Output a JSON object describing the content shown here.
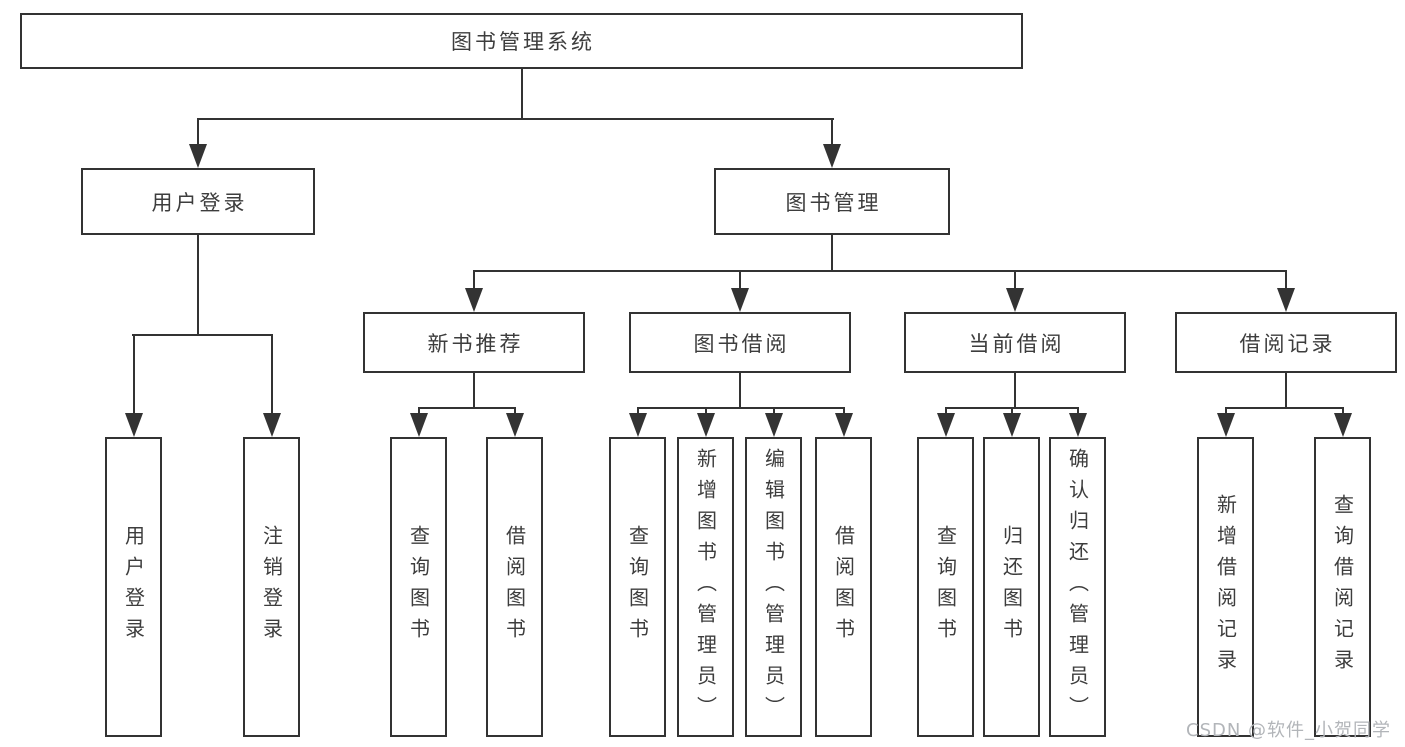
{
  "diagram": {
    "type": "hierarchy",
    "nodes": {
      "root": "图书管理系统",
      "l2": [
        "用户登录",
        "图书管理"
      ],
      "l3": [
        "新书推荐",
        "图书借阅",
        "当前借阅",
        "借阅记录"
      ],
      "l4": [
        "用户登录",
        "注销登录",
        "查询图书",
        "借阅图书",
        "查询图书",
        "新增图书（管理员）",
        "编辑图书（管理员）",
        "借阅图书",
        "查询图书",
        "归还图书",
        "确认归还（管理员）",
        "新增借阅记录",
        "查询借阅记录"
      ]
    },
    "edges": [
      [
        "图书管理系统",
        "用户登录"
      ],
      [
        "图书管理系统",
        "图书管理"
      ],
      [
        "用户登录",
        "用户登录"
      ],
      [
        "用户登录",
        "注销登录"
      ],
      [
        "图书管理",
        "新书推荐"
      ],
      [
        "图书管理",
        "图书借阅"
      ],
      [
        "图书管理",
        "当前借阅"
      ],
      [
        "图书管理",
        "借阅记录"
      ],
      [
        "新书推荐",
        "查询图书"
      ],
      [
        "新书推荐",
        "借阅图书"
      ],
      [
        "图书借阅",
        "查询图书"
      ],
      [
        "图书借阅",
        "新增图书（管理员）"
      ],
      [
        "图书借阅",
        "编辑图书（管理员）"
      ],
      [
        "图书借阅",
        "借阅图书"
      ],
      [
        "当前借阅",
        "查询图书"
      ],
      [
        "当前借阅",
        "归还图书"
      ],
      [
        "当前借阅",
        "确认归还（管理员）"
      ],
      [
        "借阅记录",
        "新增借阅记录"
      ],
      [
        "借阅记录",
        "查询借阅记录"
      ]
    ]
  },
  "colors": {
    "line": "#333333",
    "text": "#3d3d3d",
    "box_background": "#ffffff",
    "watermark": "#b2b5b9"
  },
  "watermark": "CSDN @软件_小贺同学"
}
